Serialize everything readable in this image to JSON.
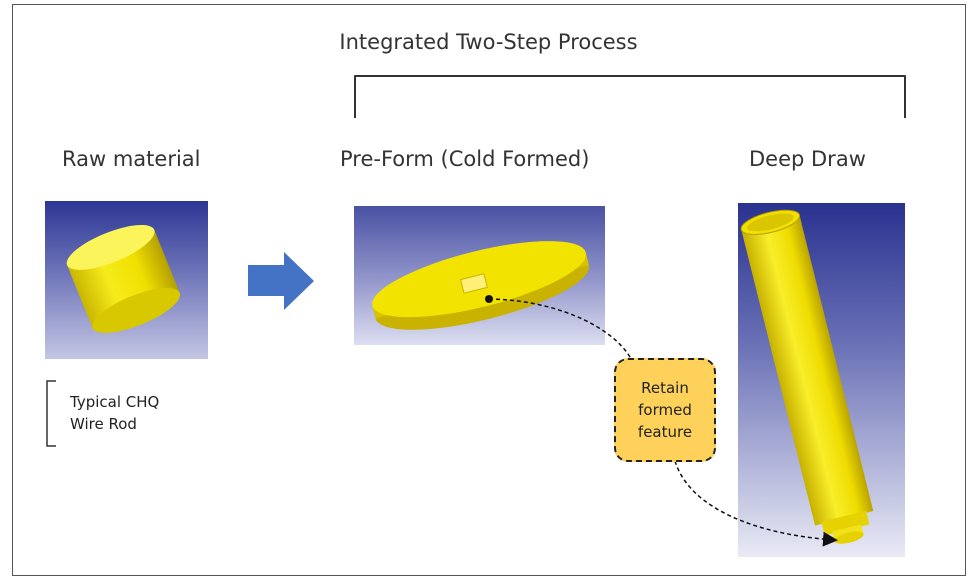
{
  "title": "Integrated Two-Step Process",
  "columns": {
    "raw": "Raw material",
    "preform": "Pre-Form (Cold Formed)",
    "deepdraw": "Deep Draw"
  },
  "note": {
    "line1": "Typical CHQ",
    "line2": "Wire Rod"
  },
  "callout": {
    "line1": "Retain",
    "line2": "formed",
    "line3": "feature"
  },
  "colors": {
    "part": "#f2e600",
    "arrow": "#4472c4",
    "callout": "#fed25a"
  },
  "icons": [
    "process-arrow-icon",
    "bracket-icon",
    "dashed-connector-arrow"
  ]
}
